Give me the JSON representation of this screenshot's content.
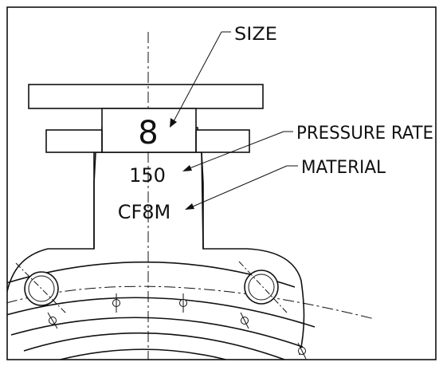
{
  "body_marks": {
    "size_value": "8",
    "pressure_value": "150",
    "material_value": "CF8M"
  },
  "callouts": {
    "size": "SIZE",
    "pressure_rate": "PRESSURE RATE",
    "material": "MATERIAL"
  }
}
